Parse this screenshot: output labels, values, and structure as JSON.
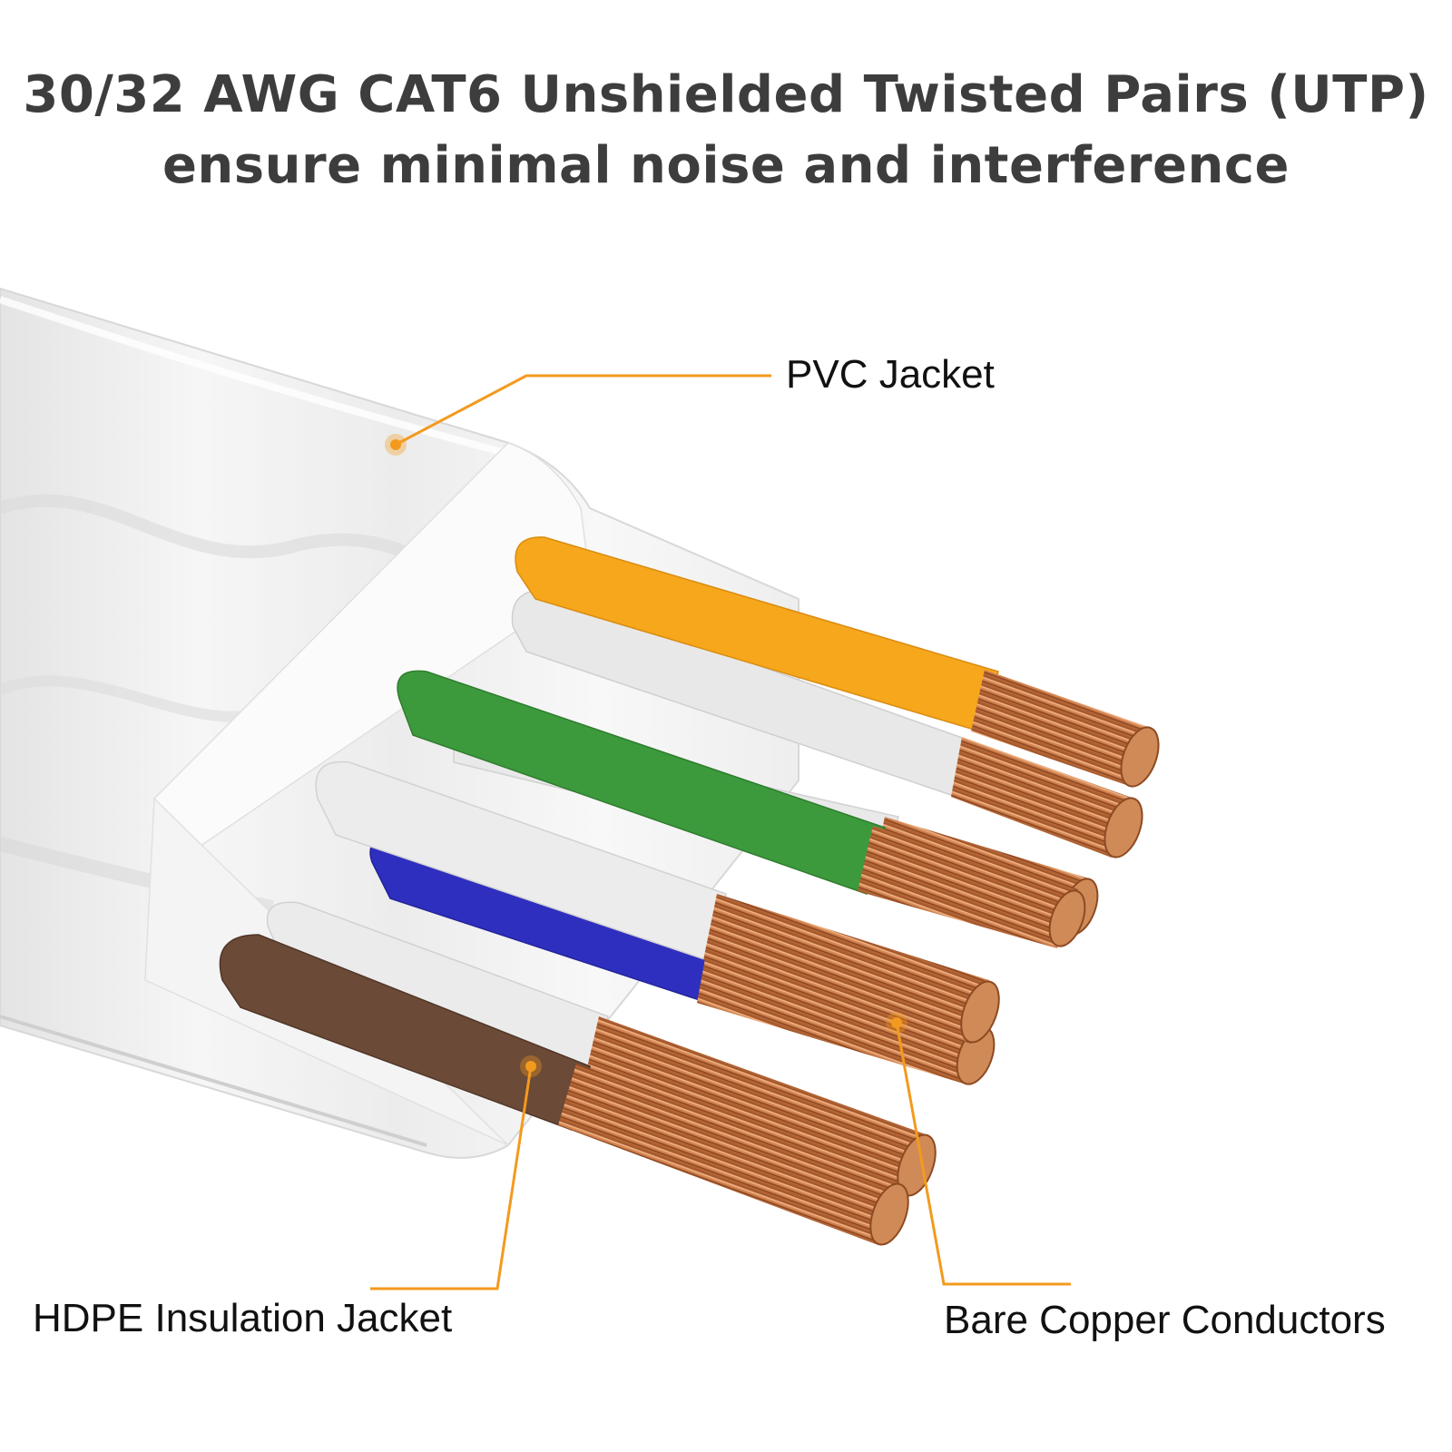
{
  "headline": {
    "line1": "30/32 AWG CAT6 Unshielded Twisted Pairs (UTP)",
    "line2": "ensure minimal noise and interference"
  },
  "callouts": {
    "pvc_jacket": "PVC Jacket",
    "hdpe_insulation": "HDPE Insulation Jacket",
    "bare_copper": "Bare Copper Conductors"
  },
  "colors": {
    "callout_line": "#f39a1e",
    "orange_wire": "#f7a71c",
    "green_wire": "#3c9a3c",
    "blue_wire": "#2f2fbf",
    "brown_wire": "#6b4a37",
    "white_wire": "#e9e9e9",
    "copper": "#c8784a",
    "headline_text": "#3d3d3d"
  },
  "wires": [
    {
      "name": "orange",
      "color": "#f7a71c"
    },
    {
      "name": "white-orange",
      "color": "#e9e9e9"
    },
    {
      "name": "green",
      "color": "#3c9a3c"
    },
    {
      "name": "white-green",
      "color": "#e9e9e9"
    },
    {
      "name": "white-blue",
      "color": "#e9e9e9"
    },
    {
      "name": "blue",
      "color": "#2f2fbf"
    },
    {
      "name": "white-brown",
      "color": "#e9e9e9"
    },
    {
      "name": "brown",
      "color": "#6b4a37"
    }
  ]
}
